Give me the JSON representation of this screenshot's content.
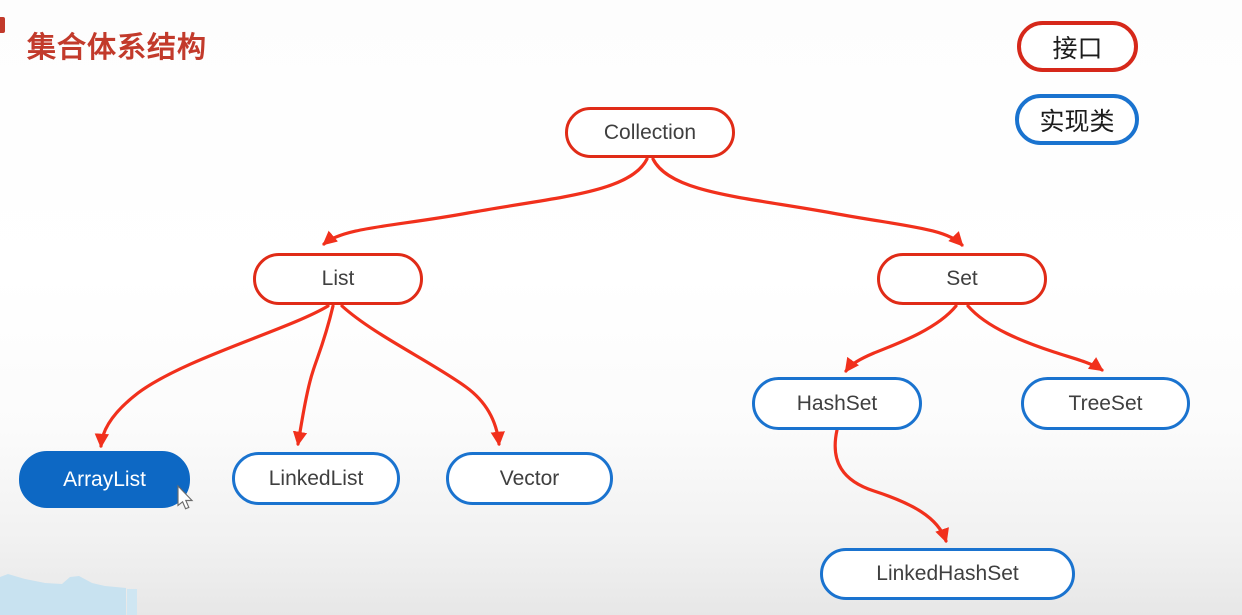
{
  "title": "集合体系结构",
  "legend": {
    "interface_label": "接口",
    "implementation_label": "实现类"
  },
  "nodes": {
    "collection": {
      "label": "Collection",
      "kind": "interface"
    },
    "list": {
      "label": "List",
      "kind": "interface"
    },
    "set": {
      "label": "Set",
      "kind": "interface"
    },
    "arraylist": {
      "label": "ArrayList",
      "kind": "implementation",
      "selected": true
    },
    "linkedlist": {
      "label": "LinkedList",
      "kind": "implementation"
    },
    "vector": {
      "label": "Vector",
      "kind": "implementation"
    },
    "hashset": {
      "label": "HashSet",
      "kind": "implementation"
    },
    "treeset": {
      "label": "TreeSet",
      "kind": "implementation"
    },
    "linkedhashset": {
      "label": "LinkedHashSet",
      "kind": "implementation"
    }
  },
  "edges": [
    {
      "from": "Collection",
      "to": "List"
    },
    {
      "from": "Collection",
      "to": "Set"
    },
    {
      "from": "List",
      "to": "ArrayList"
    },
    {
      "from": "List",
      "to": "LinkedList"
    },
    {
      "from": "List",
      "to": "Vector"
    },
    {
      "from": "Set",
      "to": "HashSet"
    },
    {
      "from": "Set",
      "to": "TreeSet"
    },
    {
      "from": "HashSet",
      "to": "LinkedHashSet"
    }
  ],
  "colors": {
    "title": "#c23a2b",
    "interface_border": "#e02b17",
    "implementation_border": "#1a73cf",
    "selected_fill": "#0d68c4",
    "arrow": "#f1301c",
    "node_text": "#3f3f3f",
    "corner_shape": "#c8e2f0"
  }
}
